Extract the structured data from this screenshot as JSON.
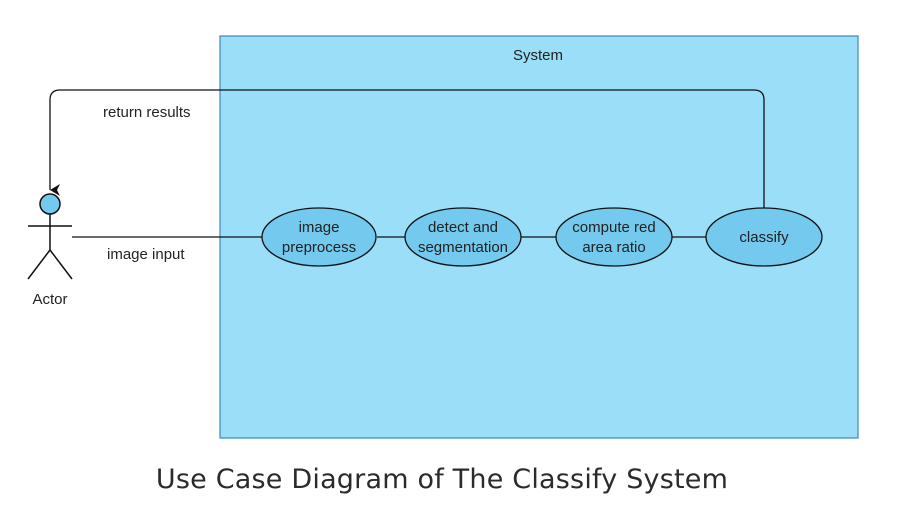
{
  "system": {
    "label": "System",
    "fill_color": "#9adff7",
    "border_color": "#3c88b4"
  },
  "actor": {
    "label": "Actor",
    "head_color": "#74c9ee"
  },
  "use_cases": [
    {
      "id": "image-preprocess",
      "lines": [
        "image",
        "preprocess"
      ]
    },
    {
      "id": "detect-and-segmentation",
      "lines": [
        "detect and",
        "segmentation"
      ]
    },
    {
      "id": "compute-red-area-ratio",
      "lines": [
        "compute red",
        "area ratio"
      ]
    },
    {
      "id": "classify",
      "lines": [
        "classify"
      ]
    }
  ],
  "use_case_fill": "#74c9ee",
  "edges": {
    "input_label": "image input",
    "return_label": "return results"
  },
  "caption": "Use Case Diagram of The Classify System"
}
